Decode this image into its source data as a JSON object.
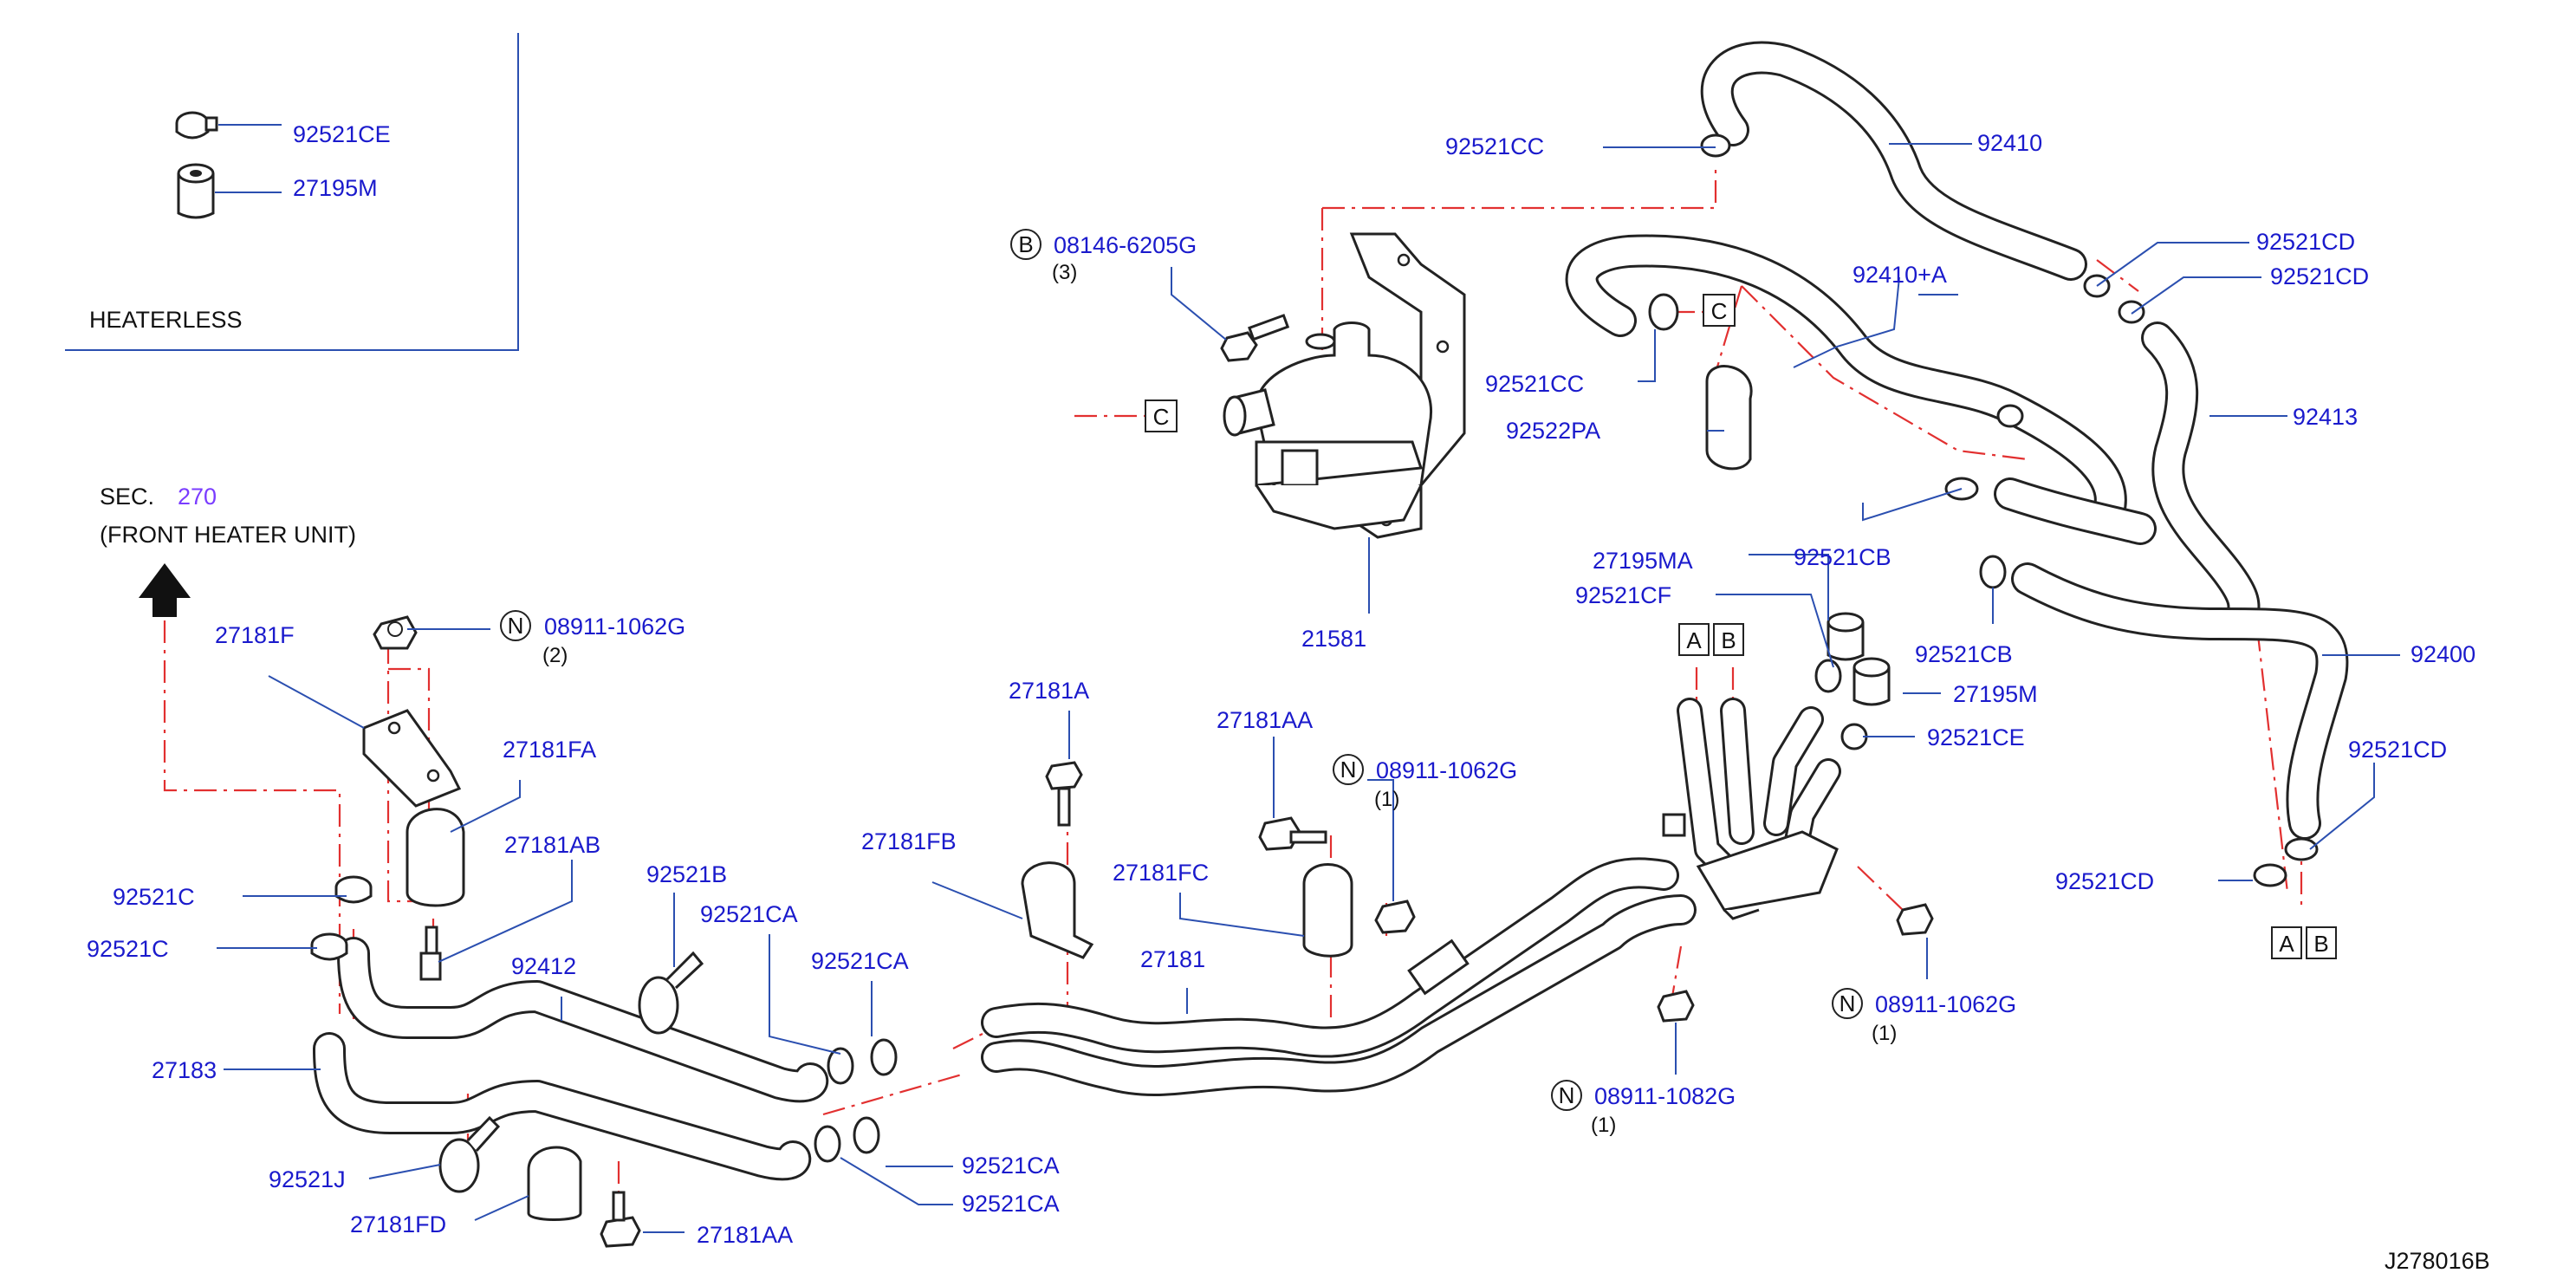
{
  "legend": {
    "clamp_part": "92521CE",
    "collar_part": "27195M",
    "note": "HEATERLESS"
  },
  "section_ref": {
    "prefix": "SEC.",
    "number": "270",
    "description": "(FRONT   HEATER   UNIT)"
  },
  "ref_letters": {
    "a": "A",
    "b": "B",
    "c": "C",
    "bolt": "B",
    "nut": "N"
  },
  "labels": {
    "p92521CC_top": "92521CC",
    "p92410": "92410",
    "p08146": "08146-6205G",
    "q3": "(3)",
    "p92521CD_1": "92521CD",
    "p92521CD_2": "92521CD",
    "p92410A": "92410+A",
    "p92521CC_mid": "92521CC",
    "p92522PA": "92522PA",
    "p92413": "92413",
    "p92521CB_1": "92521CB",
    "p27195MA": "27195MA",
    "p92521CF": "92521CF",
    "p92521CB_2": "92521CB",
    "p92400": "92400",
    "p27195M": "27195M",
    "p92521CE": "92521CE",
    "p92521CD_3": "92521CD",
    "p92521CD_4": "92521CD",
    "p21581": "21581",
    "p27181F": "27181F",
    "p08911_a": "08911-1062G",
    "q2": "(2)",
    "p27181FA": "27181FA",
    "p27181AB": "27181AB",
    "p92521C_1": "92521C",
    "p92521C_2": "92521C",
    "p92521B": "92521B",
    "p92521CA_1": "92521CA",
    "p92521CA_2": "92521CA",
    "p92412": "92412",
    "p27183": "27183",
    "p92521J": "92521J",
    "p27181FD": "27181FD",
    "p27181AA_bot": "27181AA",
    "p92521CA_3": "92521CA",
    "p92521CA_4": "92521CA",
    "p27181A": "27181A",
    "p27181FB": "27181FB",
    "p27181AA_mid": "27181AA",
    "p27181FC": "27181FC",
    "p27181": "27181",
    "p08911_b": "08911-1062G",
    "q1_b": "(1)",
    "p08911_c": "08911-1062G",
    "q1_c": "(1)",
    "p08911_d": "08911-1082G",
    "q1_d": "(1)"
  },
  "diagram_code": "J278016B",
  "colors": {
    "part_number": "#1a1acc",
    "leader": "#2b4fb0",
    "phantom_line": "#e23030",
    "section_number": "#7a3cff",
    "drawing": "#222222"
  }
}
